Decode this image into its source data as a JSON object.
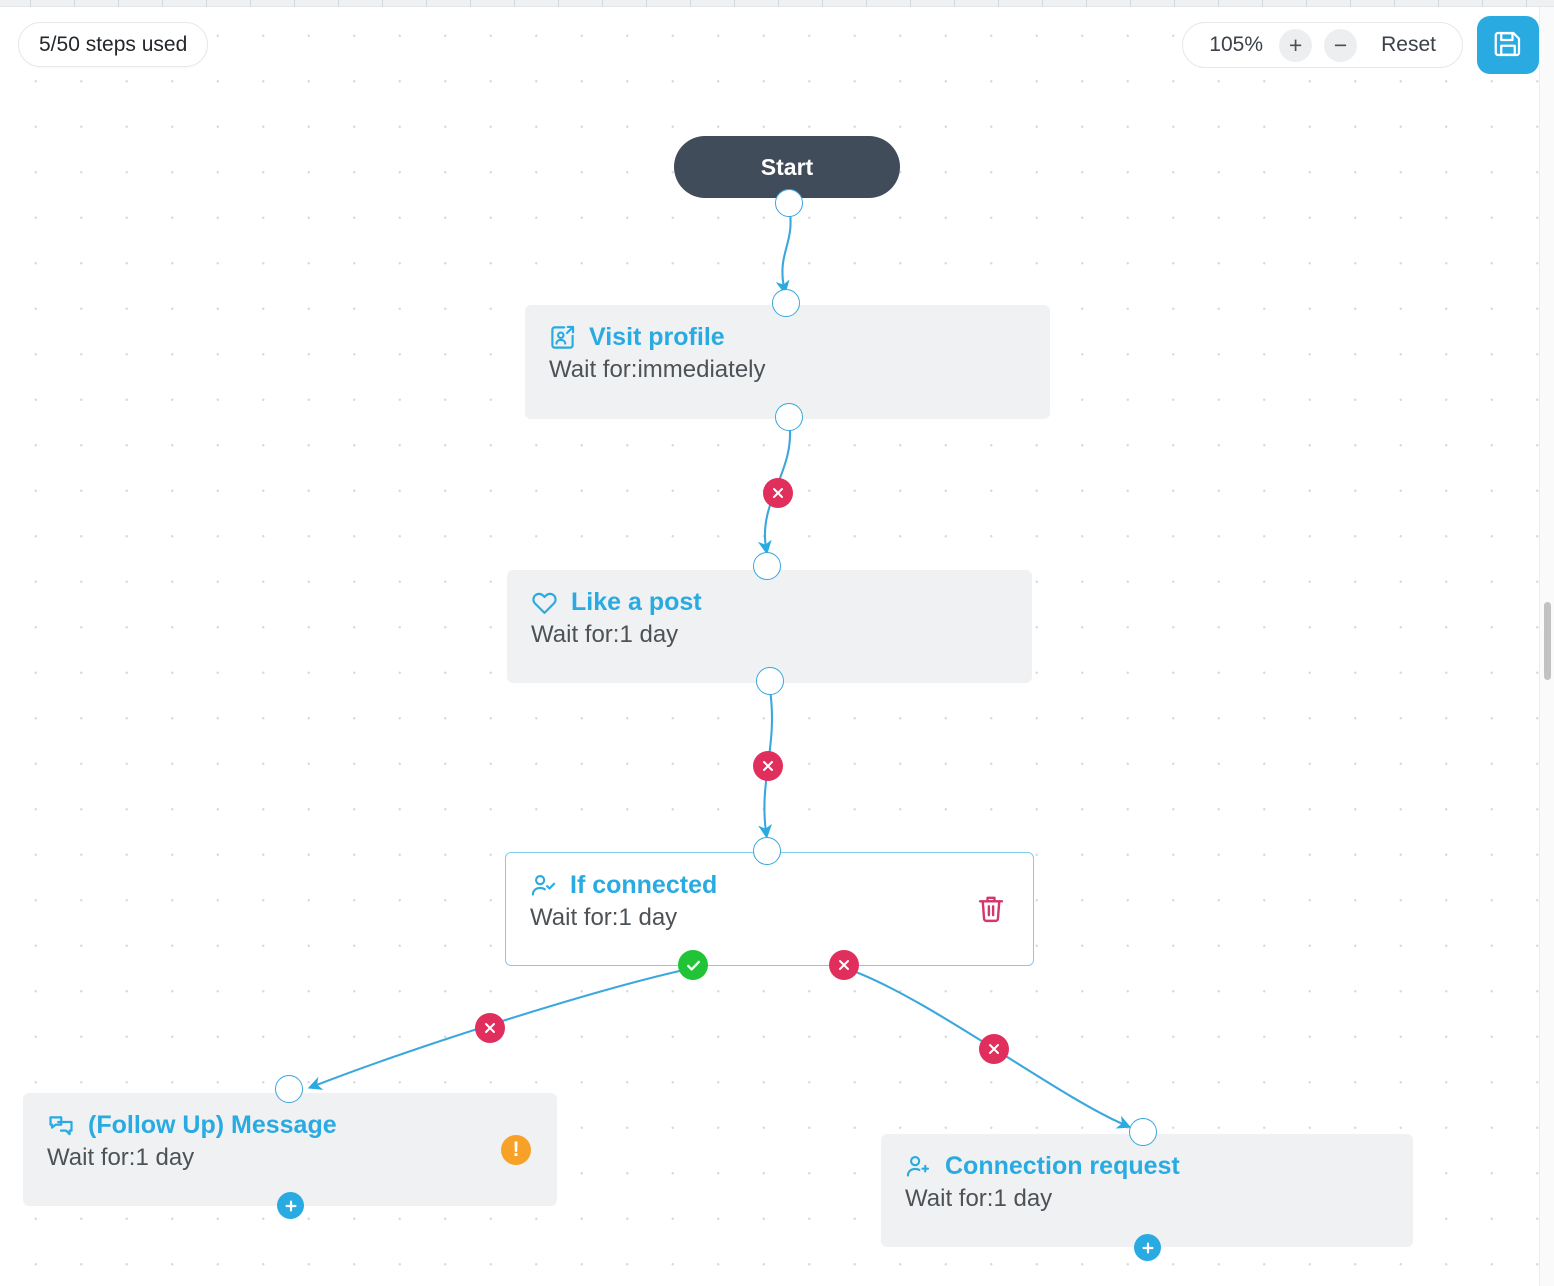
{
  "header": {
    "steps_badge": "5/50 steps used",
    "zoom_level": "105%",
    "zoom_in_label": "+",
    "zoom_out_label": "−",
    "reset_label": "Reset",
    "save_icon": "save-floppy-icon"
  },
  "colors": {
    "accent_blue": "#29abe2",
    "edge_blue": "#3aa7dd",
    "start_node": "#414c5a",
    "delete_red": "#e02f5d",
    "trash_red": "#d4386a",
    "success_green": "#21c436",
    "warning_orange": "#f7a128",
    "card_bg": "#f0f1f3",
    "canvas_bg": "#ffffff",
    "dot_grid": "#d9dade"
  },
  "canvas": {
    "start_node": {
      "label": "Start"
    },
    "nodes": [
      {
        "id": "visit-profile",
        "title": "Visit profile",
        "subtitle": "Wait for:immediately",
        "icon": "visit-profile-icon",
        "selected": false,
        "has_trash": false,
        "has_warning": false,
        "has_add": false
      },
      {
        "id": "like-a-post",
        "title": "Like a post",
        "subtitle": "Wait for:1 day",
        "icon": "heart-icon",
        "selected": false,
        "has_trash": false,
        "has_warning": false,
        "has_add": false
      },
      {
        "id": "if-connected",
        "title": "If connected",
        "subtitle": "Wait for:1 day",
        "icon": "user-check-icon",
        "selected": true,
        "has_trash": true,
        "has_warning": false,
        "has_add": false
      },
      {
        "id": "follow-up-message",
        "title": "(Follow Up) Message",
        "subtitle": "Wait for:1 day",
        "icon": "chat-bubbles-icon",
        "selected": false,
        "has_trash": false,
        "has_warning": true,
        "has_add": true
      },
      {
        "id": "connection-request",
        "title": "Connection request",
        "subtitle": "Wait for:1 day",
        "icon": "user-plus-icon",
        "selected": false,
        "has_trash": false,
        "has_warning": false,
        "has_add": true
      }
    ],
    "edges": [
      {
        "id": "start-to-visit",
        "from": "start",
        "to": "visit-profile",
        "delete_button": false
      },
      {
        "id": "visit-to-like",
        "from": "visit-profile",
        "to": "like-a-post",
        "delete_button": true
      },
      {
        "id": "like-to-ifconnected",
        "from": "like-a-post",
        "to": "if-connected",
        "delete_button": true
      },
      {
        "id": "ifconnected-yes-to-followup",
        "from": "if-connected",
        "to": "follow-up-message",
        "branch": "yes",
        "delete_button": true
      },
      {
        "id": "ifconnected-no-to-connreq",
        "from": "if-connected",
        "to": "connection-request",
        "branch": "no",
        "delete_button": true
      }
    ]
  }
}
